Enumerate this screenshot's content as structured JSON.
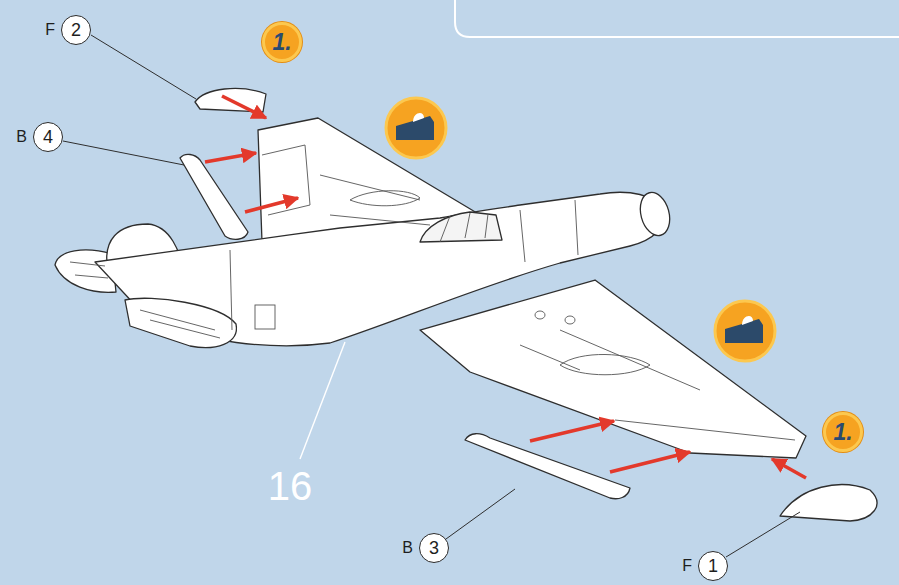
{
  "diagram": {
    "nodes": [
      {
        "text": [
          "F",
          "2"
        ]
      },
      {
        "text": [
          "1."
        ]
      },
      {
        "text": [
          "B",
          "4"
        ]
      },
      {
        "text": [
          "1."
        ]
      },
      {
        "text": [
          "B",
          "3"
        ]
      },
      {
        "text": [
          "F",
          "1"
        ]
      }
    ],
    "labels": [
      "16"
    ]
  }
}
